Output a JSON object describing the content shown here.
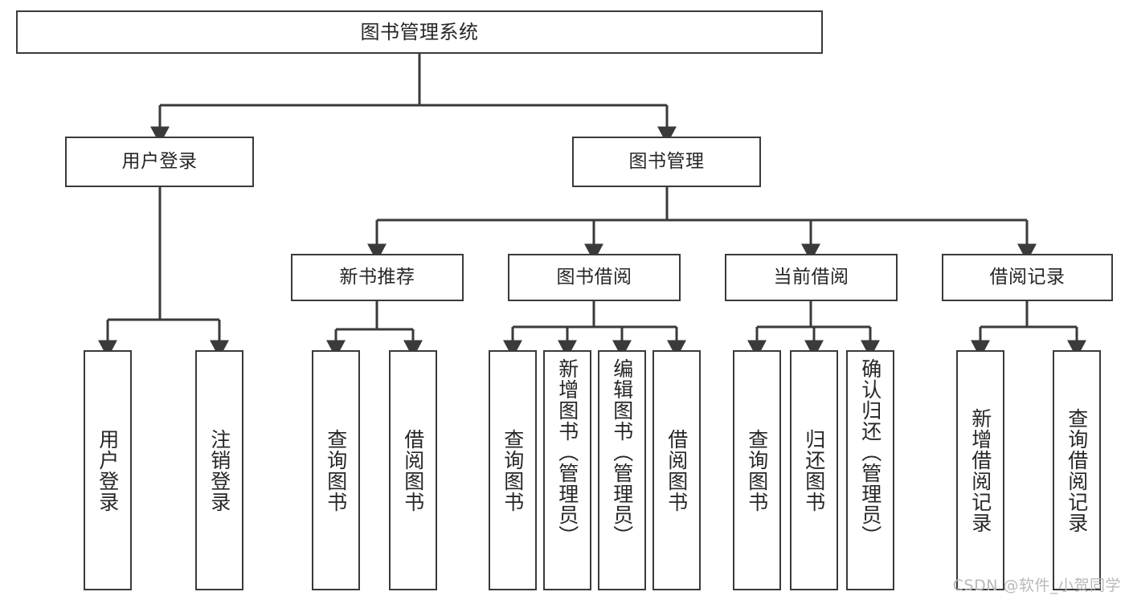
{
  "diagram": {
    "title": "图书管理系统",
    "type": "tree-hierarchy-chart",
    "watermark": "CSDN @软件_小贺同学",
    "colors": {
      "stroke": "#3a3a3a",
      "fill": "#ffffff",
      "text": "#262626",
      "watermark": "#b9b9b9"
    }
  },
  "nodes": {
    "root": {
      "label": "图书管理系统"
    },
    "level2": [
      {
        "label": "用户登录"
      },
      {
        "label": "图书管理"
      }
    ],
    "level3": [
      {
        "label": "新书推荐"
      },
      {
        "label": "图书借阅"
      },
      {
        "label": "当前借阅"
      },
      {
        "label": "借阅记录"
      }
    ],
    "leaves": {
      "user_login": [
        {
          "label": "用户登录"
        },
        {
          "label": "注销登录"
        }
      ],
      "new_book_recommend": [
        {
          "label": "查询图书"
        },
        {
          "label": "借阅图书"
        }
      ],
      "book_borrow": [
        {
          "label": "查询图书"
        },
        {
          "label": "新增图书（管理员）"
        },
        {
          "label": "编辑图书（管理员）"
        },
        {
          "label": "借阅图书"
        }
      ],
      "current_borrow": [
        {
          "label": "查询图书"
        },
        {
          "label": "归还图书"
        },
        {
          "label": "确认归还（管理员）"
        }
      ],
      "borrow_records": [
        {
          "label": "新增借阅记录"
        },
        {
          "label": "查询借阅记录"
        }
      ]
    }
  }
}
